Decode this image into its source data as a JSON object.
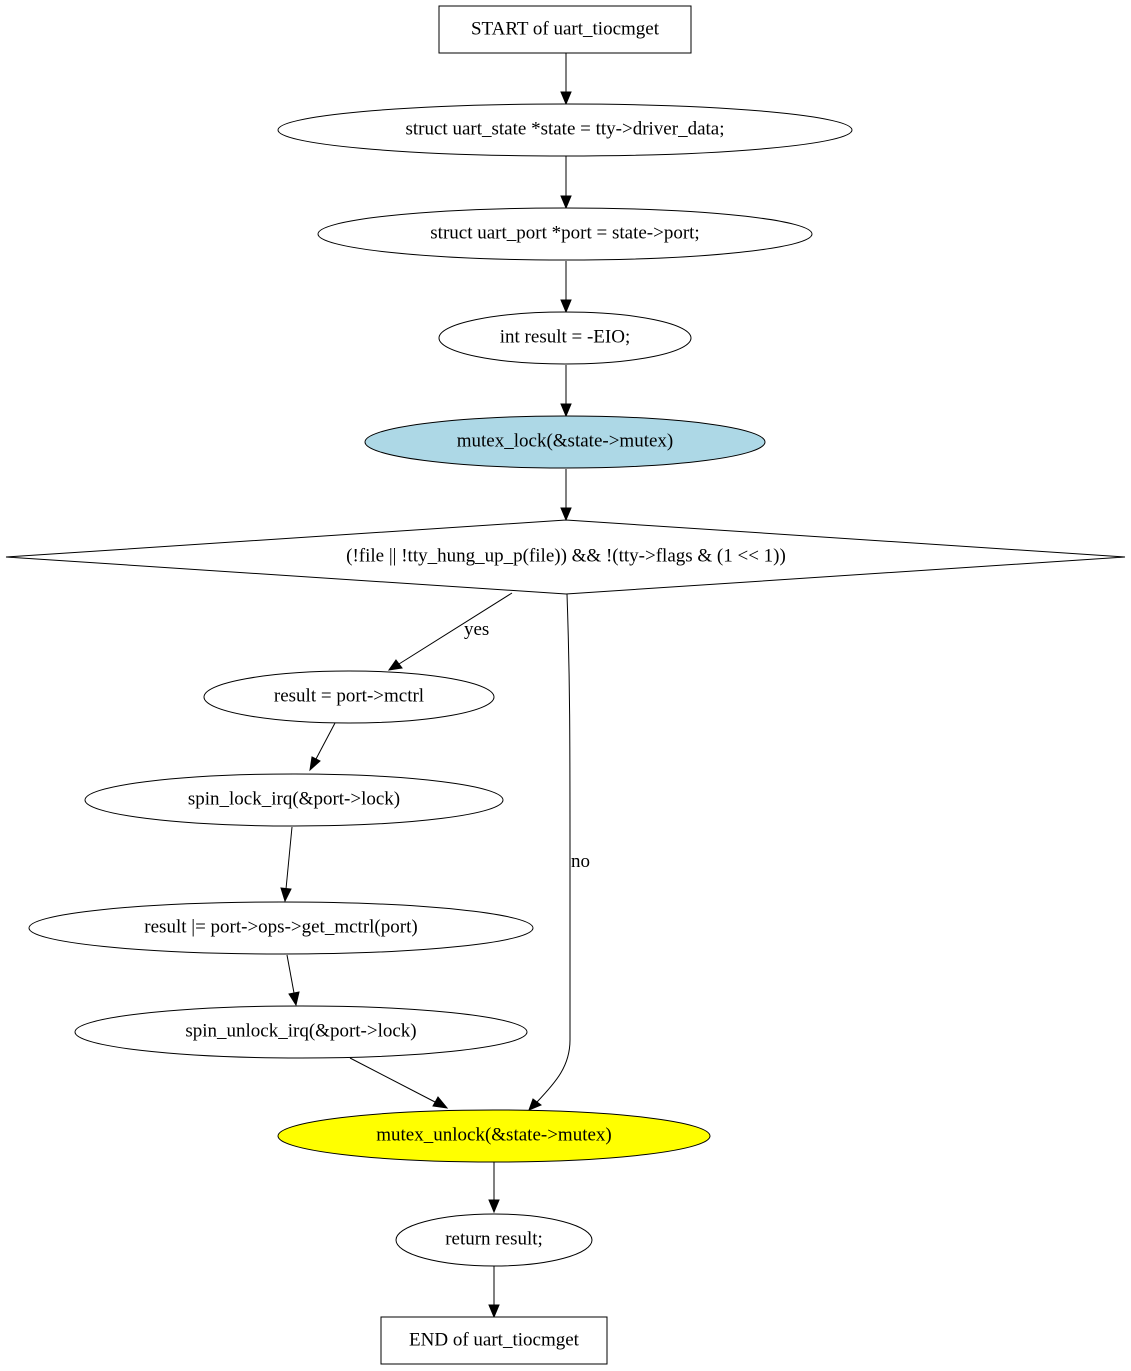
{
  "nodes": {
    "start": {
      "text": "START of uart_tiocmget",
      "shape": "box"
    },
    "state_decl": {
      "text": "struct uart_state *state = tty->driver_data;",
      "shape": "ellipse"
    },
    "port_decl": {
      "text": "struct uart_port *port = state->port;",
      "shape": "ellipse"
    },
    "result_decl": {
      "text": "int result = -EIO;",
      "shape": "ellipse"
    },
    "mutex_lock": {
      "text": "mutex_lock(&state->mutex)",
      "shape": "ellipse",
      "fill": "#add8e6"
    },
    "condition": {
      "text": "(!file || !tty_hung_up_p(file)) && !(tty->flags & (1 << 1))",
      "shape": "diamond"
    },
    "result_mctrl": {
      "text": "result = port->mctrl",
      "shape": "ellipse"
    },
    "spin_lock": {
      "text": "spin_lock_irq(&port->lock)",
      "shape": "ellipse"
    },
    "get_mctrl": {
      "text": "result |= port->ops->get_mctrl(port)",
      "shape": "ellipse"
    },
    "spin_unlock": {
      "text": "spin_unlock_irq(&port->lock)",
      "shape": "ellipse"
    },
    "mutex_unlock": {
      "text": "mutex_unlock(&state->mutex)",
      "shape": "ellipse",
      "fill": "#ffff00"
    },
    "return": {
      "text": "return result;",
      "shape": "ellipse"
    },
    "end": {
      "text": "END of uart_tiocmget",
      "shape": "box"
    }
  },
  "edges": {
    "yes": {
      "from": "condition",
      "to": "result_mctrl",
      "label": "yes"
    },
    "no": {
      "from": "condition",
      "to": "mutex_unlock",
      "label": "no"
    }
  },
  "colors": {
    "line": "#000000",
    "background": "#ffffff"
  }
}
